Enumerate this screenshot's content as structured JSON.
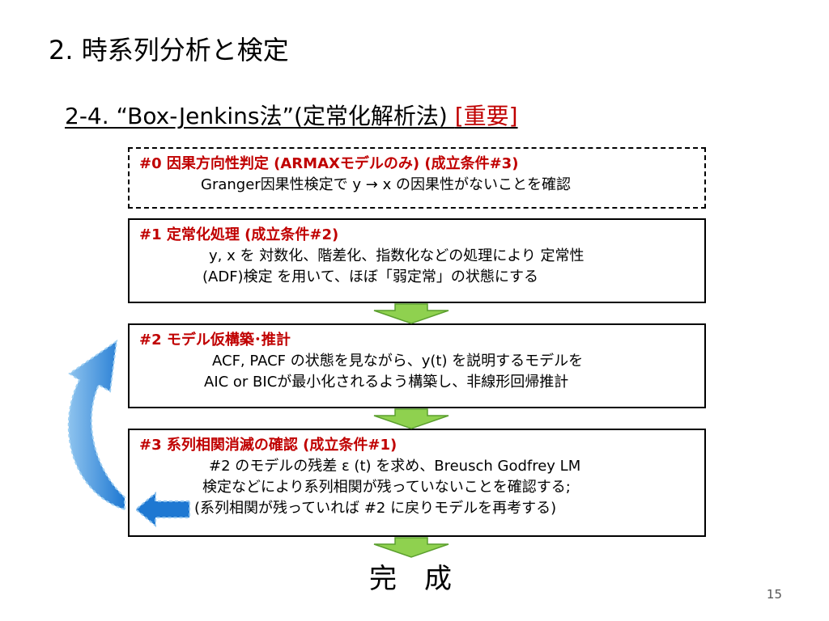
{
  "slide": {
    "title": "2. 時系列分析と検定",
    "subtitle_main": "2-4. “Box-Jenkins法”(定常化解析法) ",
    "subtitle_important": "[重要]",
    "page_number": "15",
    "completion": "完　成"
  },
  "steps": [
    {
      "heading": "#0  因果方向性判定 (ARMAXモデルのみ) (成立条件#3)",
      "lines": [
        "Granger因果性検定で y → x の因果性がないことを確認"
      ],
      "border": "dashed"
    },
    {
      "heading": "#1  定常化処理 (成立条件#2)",
      "lines": [
        "y, x を 対数化、階差化、指数化などの処理により 定常性",
        "(ADF)検定 を用いて、ほぼ「弱定常」の状態にする"
      ],
      "border": "solid"
    },
    {
      "heading": "#2  モデル仮構築･推計",
      "lines": [
        "ACF, PACF の状態を見ながら、y(t) を説明するモデルを",
        "AIC or BICが最小化されるよう構築し、非線形回帰推計"
      ],
      "border": "solid"
    },
    {
      "heading": "#3  系列相関消滅の確認 (成立条件#1)",
      "lines": [
        "#2 のモデルの残差 ε (t) を求め、Breusch Godfrey LM",
        "検定などにより系列相関が残っていないことを確認する;",
        "(系列相関が残っていれば #2 に戻りモデルを再考する)"
      ],
      "border": "solid"
    }
  ],
  "colors": {
    "accent_red": "#c00000",
    "down_arrow_fill": "#8fd14f",
    "down_arrow_stroke": "#5b9f2e",
    "loop_arrow_fill": "#1e78d2",
    "loop_arrow_light": "#8ec3ee"
  },
  "icons": {
    "down_arrow": "green-down-arrow-icon",
    "loop_arrow": "blue-curved-loop-arrow-icon",
    "left_arrow": "blue-dashed-left-arrow-icon"
  }
}
